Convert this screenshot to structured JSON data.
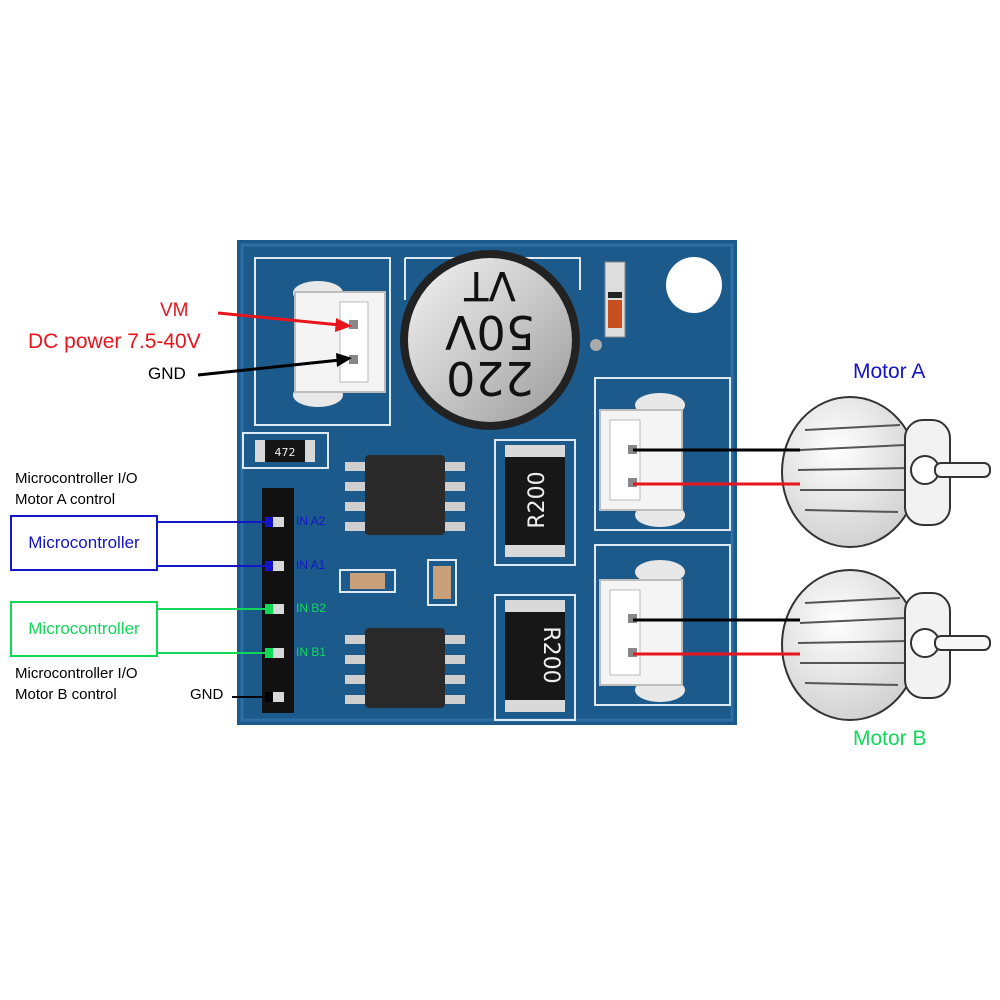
{
  "labels": {
    "vm": "VM",
    "dc_power": "DC power 7.5-40V",
    "gnd_power": "GND",
    "motor_a": "Motor A",
    "motor_b": "Motor B",
    "mcu_a_line1": "Microcontroller I/O",
    "mcu_a_line2": "Motor A control",
    "mcu_a_box": "Microcontroller",
    "mcu_b_box": "Microcontroller",
    "mcu_b_line1": "Microcontroller I/O",
    "mcu_b_line2": "Motor B control",
    "gnd_pin": "GND"
  },
  "pins": {
    "in_a2": "IN A2",
    "in_a1": "IN A1",
    "in_b2": "IN B2",
    "in_b1": "IN B1"
  },
  "board_text": {
    "cap_line1": "220",
    "cap_line2": "50V",
    "cap_line3": "VT",
    "resistor_small": "472",
    "resistor_1": "R200",
    "resistor_2": "R200"
  },
  "colors": {
    "pcb": "#1d5a8c",
    "pcb_light": "#3f82b8",
    "power_red": "#e8141c",
    "mcu_blue": "#1414c8",
    "mcu_green": "#12d85a",
    "wire_black": "#000000",
    "wire_red": "#e8141c"
  }
}
